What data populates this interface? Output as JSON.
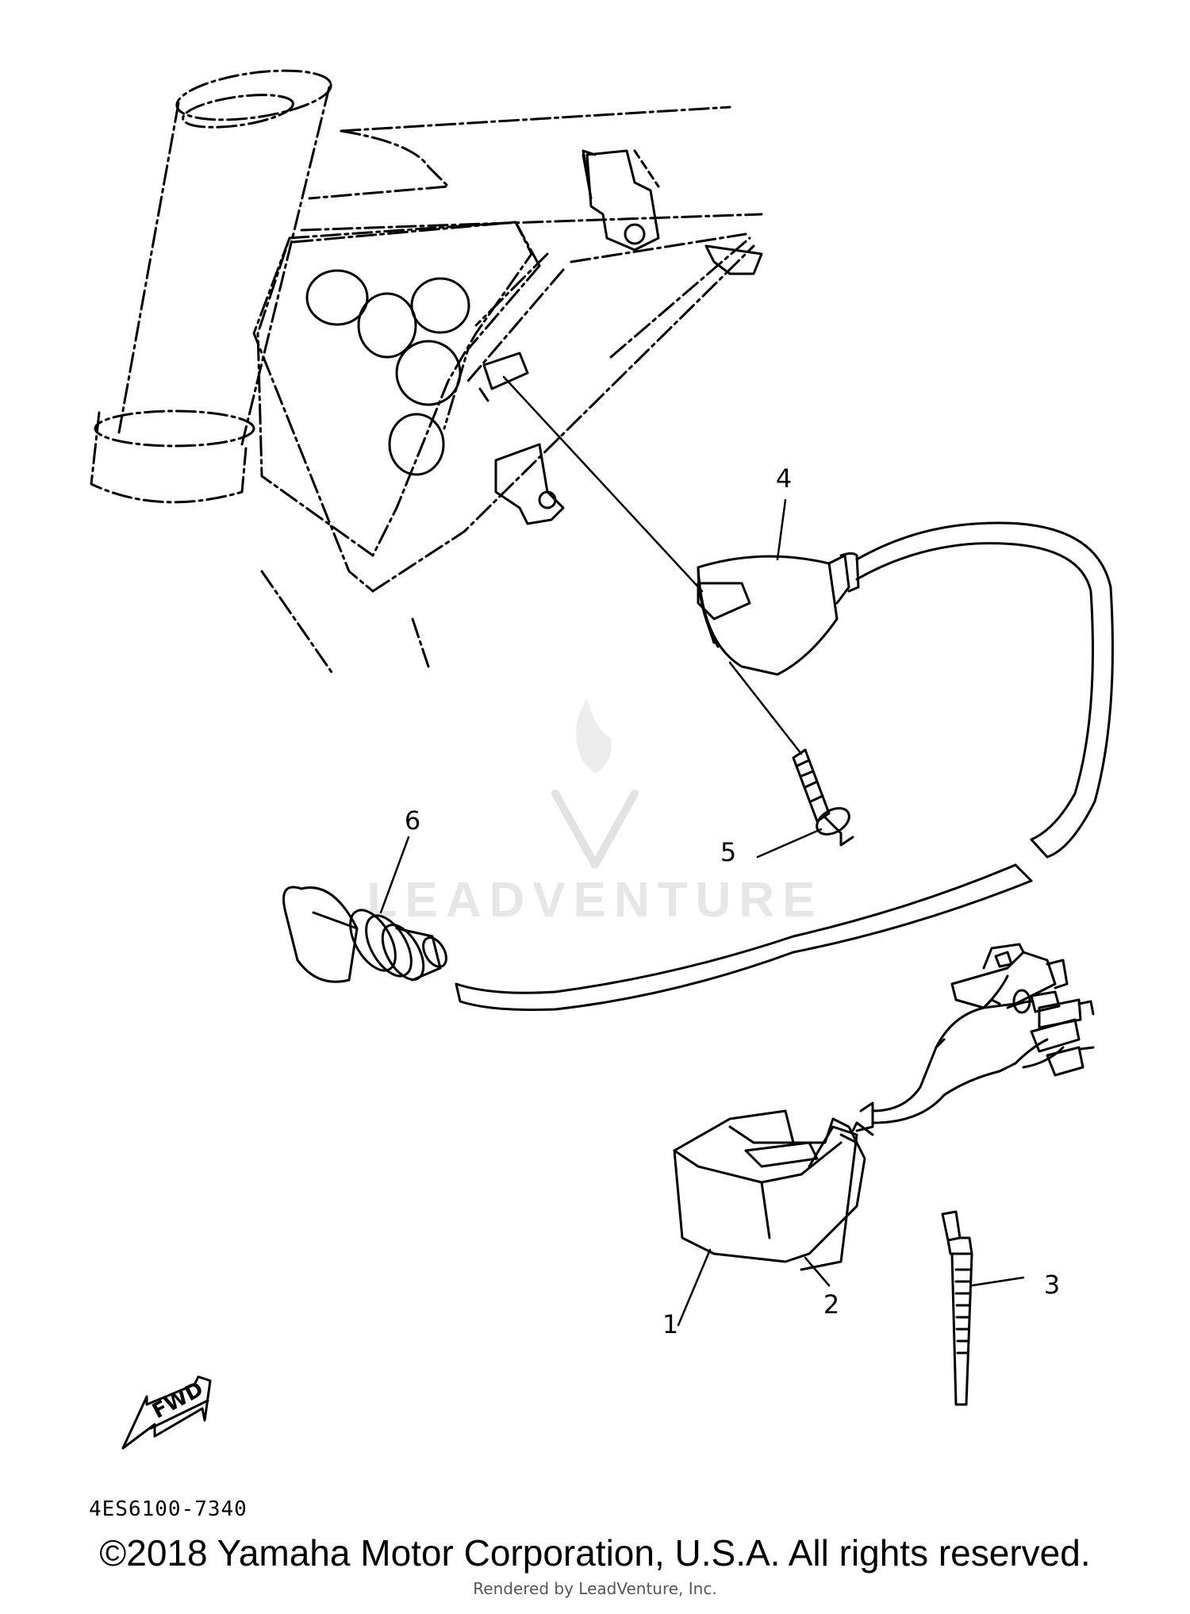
{
  "diagram": {
    "callouts": [
      "1",
      "2",
      "3",
      "4",
      "5",
      "6"
    ],
    "diagram_code": "4ES6100-7340",
    "fwd_label": "FWD",
    "watermark": "LEADVENTURE"
  },
  "footer": {
    "copyright": "©2018 Yamaha Motor Corporation, U.S.A. All rights reserved.",
    "rendered_by": "Rendered by LeadVenture, Inc."
  }
}
